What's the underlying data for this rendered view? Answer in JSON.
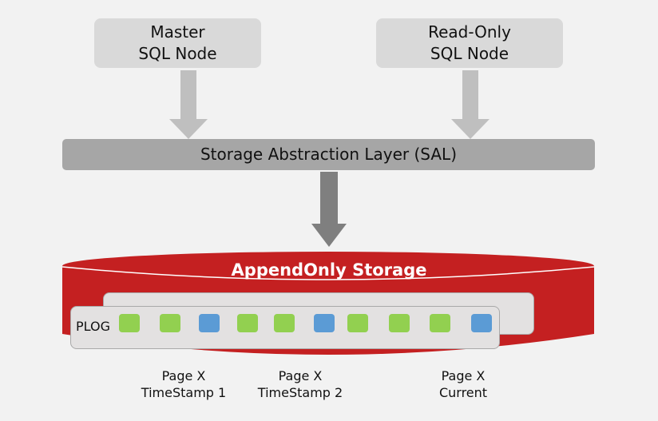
{
  "nodes": {
    "master": {
      "line1": "Master",
      "line2": "SQL Node"
    },
    "readonly": {
      "line1": "Read-Only",
      "line2": "SQL Node"
    }
  },
  "sal": {
    "label": "Storage Abstraction Layer (SAL)"
  },
  "storage": {
    "title": "AppendOnly Storage",
    "plog_label": "PLOG",
    "blocks": [
      "green",
      "green",
      "blue",
      "green",
      "green",
      "blue",
      "green",
      "green",
      "green",
      "blue"
    ]
  },
  "captions": [
    {
      "line1": "Page X",
      "line2": "TimeStamp 1"
    },
    {
      "line1": "Page X",
      "line2": "TimeStamp 2"
    },
    {
      "line1": "Page X",
      "line2": "Current"
    }
  ],
  "colors": {
    "background": "#f2f2f2",
    "node_fill": "#d9d9d9",
    "sal_fill": "#a6a6a6",
    "light_arrow": "#bfbfbf",
    "dark_arrow": "#7f7f7f",
    "cylinder_red": "#c42021",
    "block_green": "#92d050",
    "block_blue": "#5b9bd5"
  }
}
